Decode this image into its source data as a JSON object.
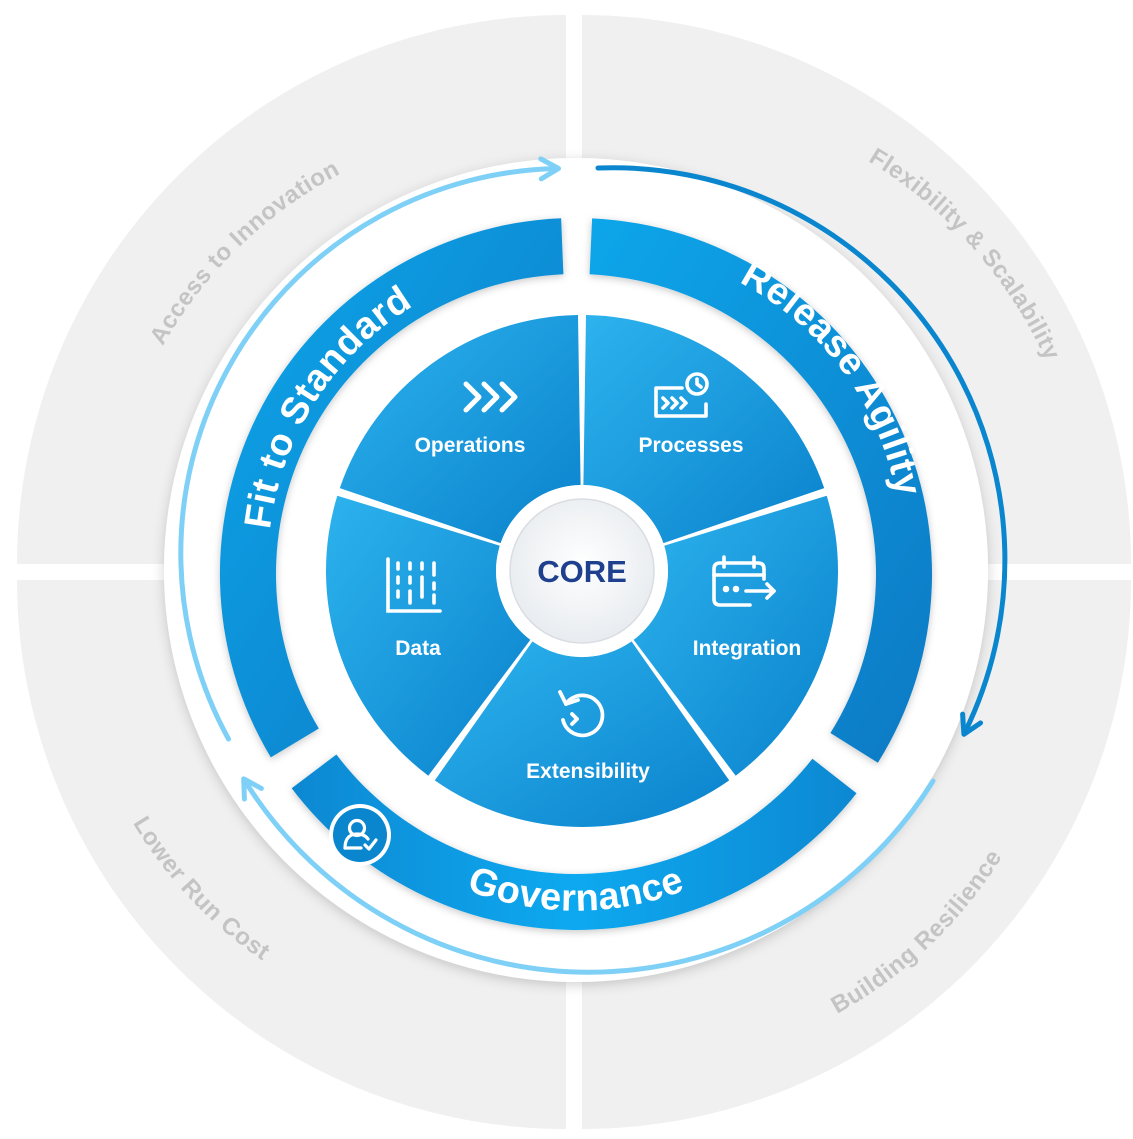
{
  "colors": {
    "background": "#ffffff",
    "quadrant": "#f0f0f0",
    "quadrant_text": "#c4c4c4",
    "ring_blue": "#0a86cf",
    "arrow_light": "#7fd0f6",
    "arrow_dark": "#0a86cf",
    "core_text": "#1f3f8f"
  },
  "outcomes": [
    {
      "id": "access",
      "label": "Access to Innovation"
    },
    {
      "id": "flex",
      "label": "Flexibility & Scalability"
    },
    {
      "id": "cost",
      "label": "Lower Run Cost"
    },
    {
      "id": "resilience",
      "label": "Building Resilience"
    }
  ],
  "pillars": [
    {
      "id": "fit",
      "label": "Fit to Standard"
    },
    {
      "id": "release",
      "label": "Release Agility"
    },
    {
      "id": "governance",
      "label": "Governance",
      "icon": "user-check-icon"
    }
  ],
  "segments": [
    {
      "id": "operations",
      "label": "Operations",
      "icon": "chevrons-right-icon"
    },
    {
      "id": "processes",
      "label": "Processes",
      "icon": "process-clock-icon"
    },
    {
      "id": "integration",
      "label": "Integration",
      "icon": "calendar-export-icon"
    },
    {
      "id": "extensibility",
      "label": "Extensibility",
      "icon": "refresh-icon"
    },
    {
      "id": "data",
      "label": "Data",
      "icon": "chart-grid-icon"
    }
  ],
  "core": {
    "label": "CORE"
  }
}
